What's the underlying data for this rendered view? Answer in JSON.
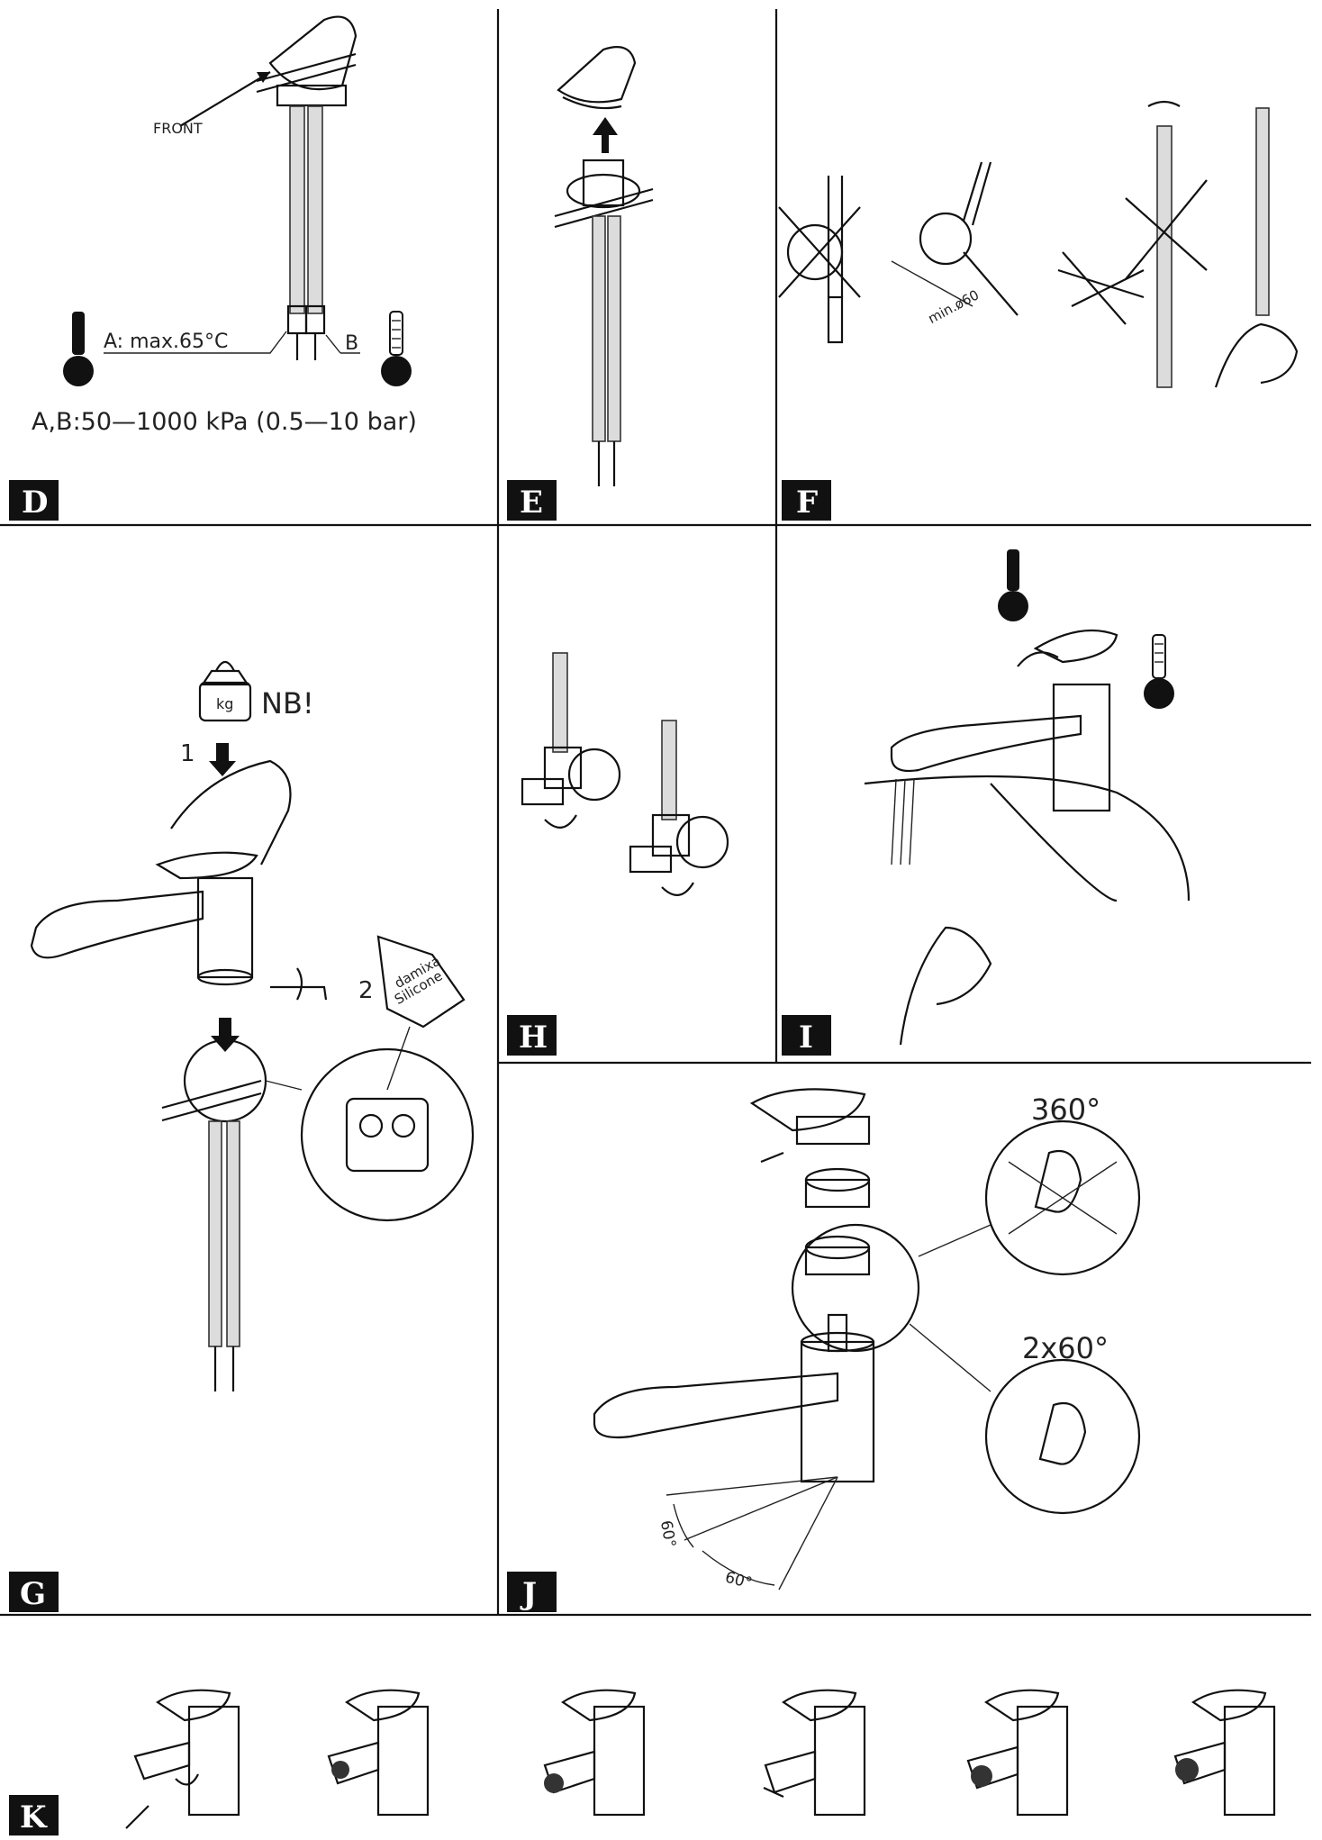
{
  "panels": {
    "D": {
      "label": "D",
      "front": "FRONT",
      "hot_note": "A:  max.65°C",
      "b_label": "B",
      "pressure": "A,B:50—1000  kPa  (0.5—10  bar)"
    },
    "E": {
      "label": "E"
    },
    "F": {
      "label": "F",
      "bend_note": "min.ø60"
    },
    "G": {
      "label": "G",
      "warning": "NB!",
      "weight": "kg",
      "step1": "1",
      "step2": "2",
      "bag_brand": "damixa",
      "bag_product": "Silicone"
    },
    "H": {
      "label": "H"
    },
    "I": {
      "label": "I"
    },
    "J": {
      "label": "J",
      "angle_full": "360°",
      "angle_split": "2x60°",
      "angle_a": "60°",
      "angle_b": "60°"
    },
    "K": {
      "label": "K"
    }
  },
  "colors": {
    "ink": "#111111",
    "label_bg": "#111111",
    "paper": "#ffffff"
  }
}
